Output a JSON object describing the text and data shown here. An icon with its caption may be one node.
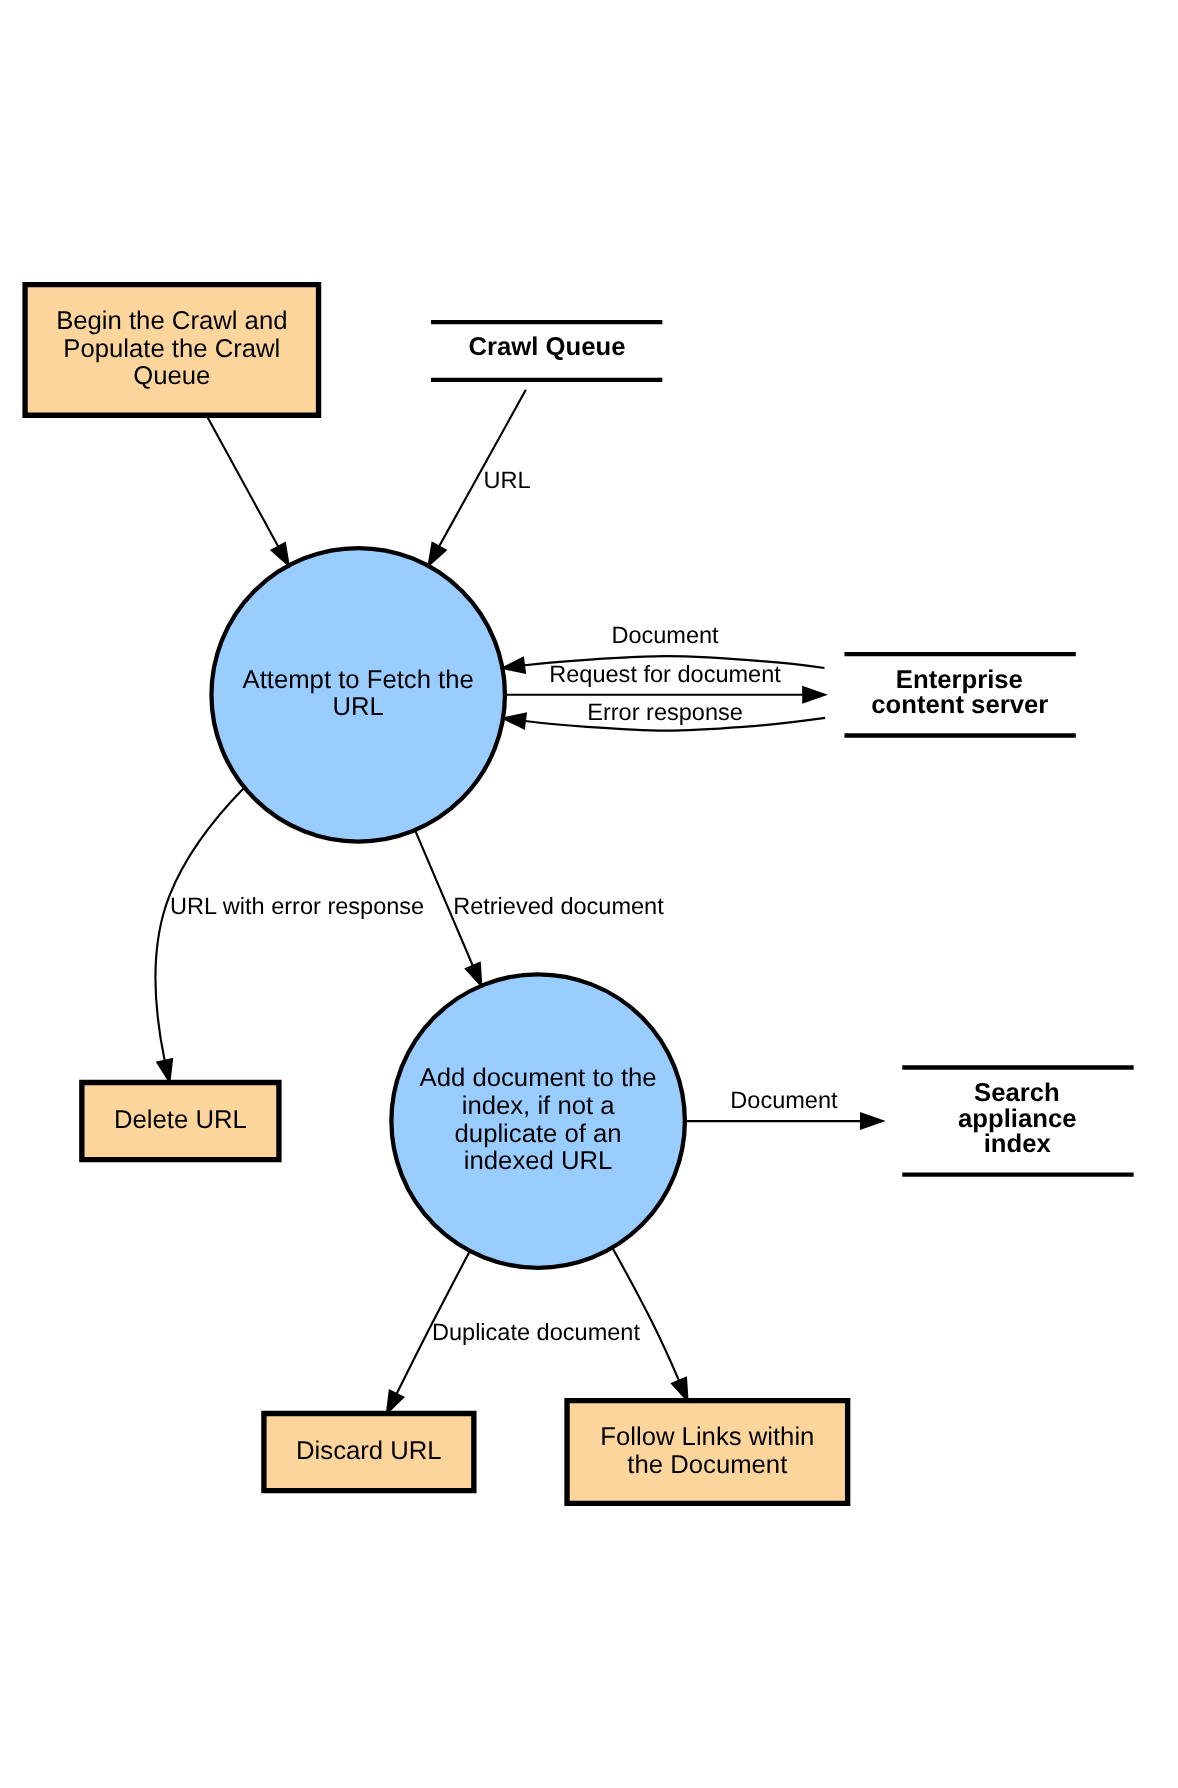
{
  "diagram": {
    "nodes": [
      {
        "text": [
          "Begin the Crawl and Populate the Crawl Queue"
        ]
      },
      {
        "text": [
          "Crawl Queue"
        ]
      },
      {
        "text": [
          "Attempt to Fetch the URL"
        ]
      },
      {
        "text": [
          "Enterprise content server"
        ]
      },
      {
        "text": [
          "Delete URL"
        ]
      },
      {
        "text": [
          "Add document to the index, if not a duplicate of an indexed URL"
        ]
      },
      {
        "text": [
          "Search appliance index"
        ]
      },
      {
        "text": [
          "Discard URL"
        ]
      },
      {
        "text": [
          "Follow Links within the Document"
        ]
      }
    ],
    "edges": [
      {
        "from": 0,
        "to": 2,
        "arrow": "to"
      },
      {
        "from": 1,
        "to": 2,
        "arrow": "to",
        "label": "URL"
      },
      {
        "from": 2,
        "to": 3,
        "arrow": "to",
        "label": "Request for document"
      },
      {
        "from": 3,
        "to": 2,
        "arrow": "to",
        "label": "Document"
      },
      {
        "from": 3,
        "to": 2,
        "arrow": "to",
        "label": "Error response"
      },
      {
        "from": 2,
        "to": 4,
        "arrow": "to",
        "label": "URL with error response"
      },
      {
        "from": 2,
        "to": 5,
        "arrow": "to",
        "label": "Retrieved document"
      },
      {
        "from": 5,
        "to": 6,
        "arrow": "to",
        "label": "Document"
      },
      {
        "from": 5,
        "to": 7,
        "arrow": "to",
        "label": "Duplicate document"
      },
      {
        "from": 5,
        "to": 8,
        "arrow": "to"
      }
    ]
  }
}
